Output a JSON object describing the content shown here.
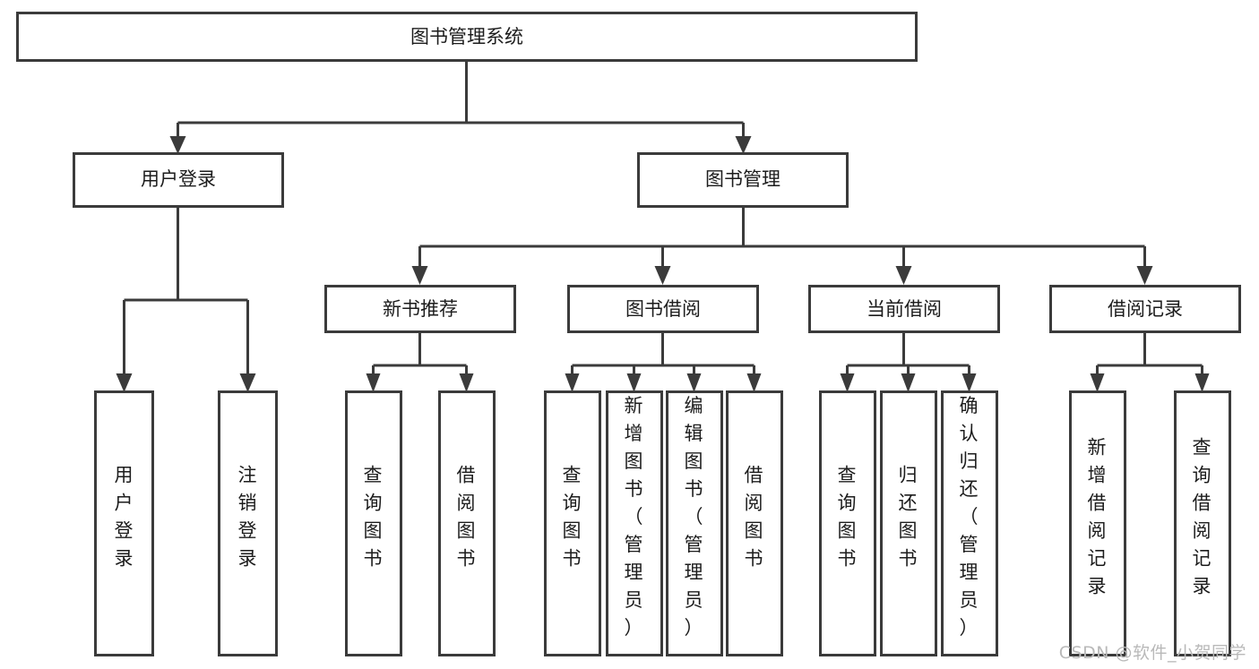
{
  "diagram": {
    "title": "图书管理系统",
    "type": "tree-hierarchy",
    "watermark": "CSDN @软件_小贺同学",
    "colors": {
      "stroke": "#3b3b3b",
      "fill": "#ffffff",
      "text": "#1c1c1c",
      "watermark": "#b9b9b9",
      "background": "#ffffff"
    },
    "levels": {
      "root": {
        "label": "图书管理系统"
      },
      "level2": [
        {
          "id": "user-login",
          "label": "用户登录"
        },
        {
          "id": "book-management",
          "label": "图书管理"
        }
      ],
      "level3": [
        {
          "id": "new-book-recommend",
          "label": "新书推荐",
          "parent": "book-management"
        },
        {
          "id": "book-borrow",
          "label": "图书借阅",
          "parent": "book-management"
        },
        {
          "id": "current-borrow",
          "label": "当前借阅",
          "parent": "book-management"
        },
        {
          "id": "borrow-record",
          "label": "借阅记录",
          "parent": "book-management"
        }
      ],
      "leaves": [
        {
          "id": "leaf-user-login",
          "label": "用户登录",
          "parent": "user-login"
        },
        {
          "id": "leaf-user-logout",
          "label": "注销登录",
          "parent": "user-login"
        },
        {
          "id": "leaf-query-book-1",
          "label": "查询图书",
          "parent": "new-book-recommend"
        },
        {
          "id": "leaf-borrow-book-1",
          "label": "借阅图书",
          "parent": "new-book-recommend"
        },
        {
          "id": "leaf-query-book-2",
          "label": "查询图书",
          "parent": "book-borrow"
        },
        {
          "id": "leaf-add-book",
          "label": "新增图书（管理员）",
          "parent": "book-borrow"
        },
        {
          "id": "leaf-edit-book",
          "label": "编辑图书（管理员）",
          "parent": "book-borrow"
        },
        {
          "id": "leaf-borrow-book-2",
          "label": "借阅图书",
          "parent": "book-borrow"
        },
        {
          "id": "leaf-query-book-3",
          "label": "查询图书",
          "parent": "current-borrow"
        },
        {
          "id": "leaf-return-book",
          "label": "归还图书",
          "parent": "current-borrow"
        },
        {
          "id": "leaf-confirm-return",
          "label": "确认归还（管理员）",
          "parent": "current-borrow"
        },
        {
          "id": "leaf-add-record",
          "label": "新增借阅记录",
          "parent": "borrow-record"
        },
        {
          "id": "leaf-query-record",
          "label": "查询借阅记录",
          "parent": "borrow-record"
        }
      ]
    }
  }
}
